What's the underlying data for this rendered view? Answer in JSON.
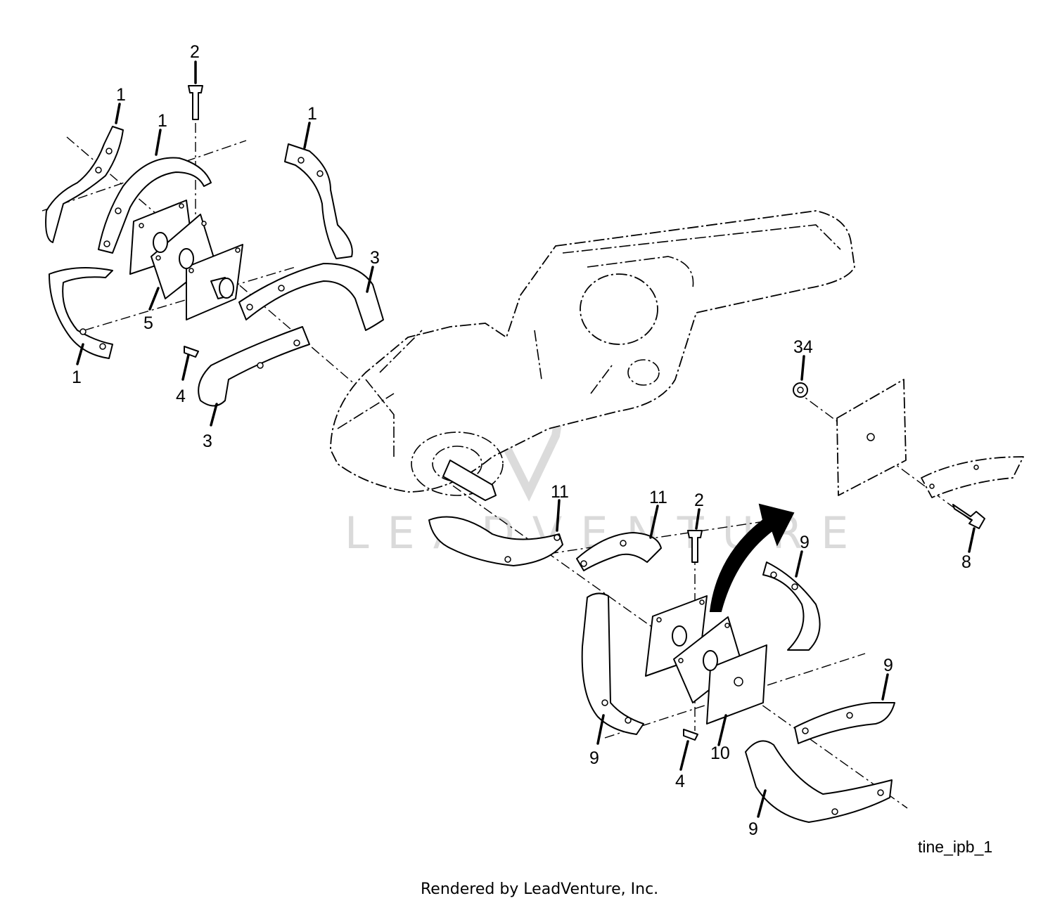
{
  "diagram": {
    "figure_id": "tine_ipb_1",
    "footer": "Rendered by LeadVenture, Inc.",
    "watermark": "LEADVENTURE",
    "callouts": [
      {
        "id": "c1a",
        "text": "1"
      },
      {
        "id": "c1b",
        "text": "1"
      },
      {
        "id": "c1c",
        "text": "1"
      },
      {
        "id": "c1d",
        "text": "1"
      },
      {
        "id": "c2a",
        "text": "2"
      },
      {
        "id": "c2b",
        "text": "2"
      },
      {
        "id": "c3a",
        "text": "3"
      },
      {
        "id": "c3b",
        "text": "3"
      },
      {
        "id": "c4a",
        "text": "4"
      },
      {
        "id": "c4b",
        "text": "4"
      },
      {
        "id": "c5",
        "text": "5"
      },
      {
        "id": "c8",
        "text": "8"
      },
      {
        "id": "c9a",
        "text": "9"
      },
      {
        "id": "c9b",
        "text": "9"
      },
      {
        "id": "c9c",
        "text": "9"
      },
      {
        "id": "c9d",
        "text": "9"
      },
      {
        "id": "c10",
        "text": "10"
      },
      {
        "id": "c11a",
        "text": "11"
      },
      {
        "id": "c11b",
        "text": "11"
      },
      {
        "id": "c34",
        "text": "34"
      }
    ]
  }
}
